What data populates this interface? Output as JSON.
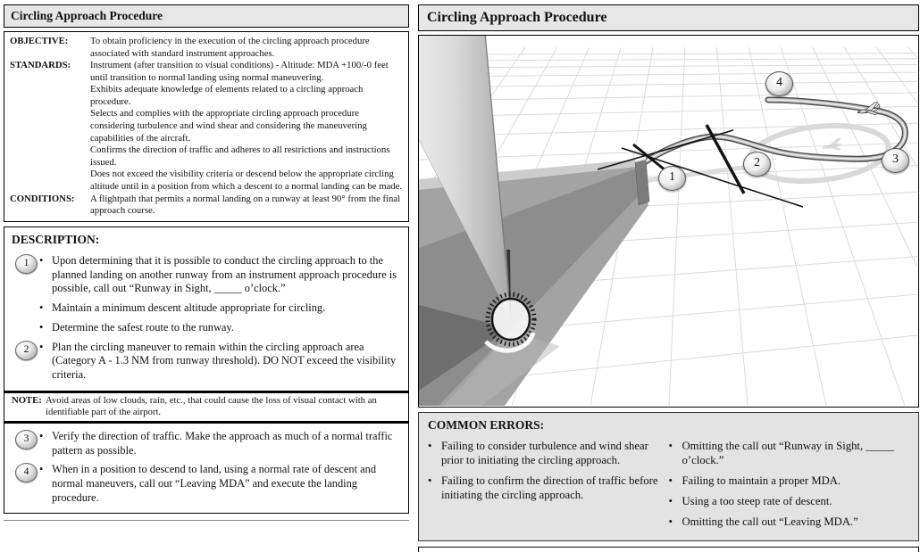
{
  "glyphs": {
    "bullet": "•"
  },
  "colors": {
    "header_bg": "#e7e7e7",
    "panel_bg": "#e3e3e3",
    "box_border": "#000000",
    "grid_line": "#d8d8dc",
    "ribbon_fill": "#bcbcbc",
    "ribbon_outline": "#4a4a4a"
  },
  "left": {
    "header": {
      "title": "Circling Approach Procedure"
    },
    "spec": {
      "rows": [
        {
          "label": "OBJECTIVE:",
          "paragraphs": [
            "To obtain proficiency in the execution of the circling approach procedure associated with standard instrument approaches."
          ]
        },
        {
          "label": "STANDARDS:",
          "paragraphs": [
            "Instrument (after transition to visual conditions) - Altitude:  MDA +100/-0 feet until transition to normal landing using normal maneuvering.",
            "Exhibits adequate knowledge of elements related to a circling approach procedure.",
            "Selects and complies with the appropriate circling approach procedure considering turbulence and wind shear and considering the maneuvering capabilities of the aircraft.",
            "Confirms the direction of traffic and adheres to all restrictions and instructions issued.",
            "Does not exceed the visibility criteria or descend below the appropriate circling altitude until in a position from which a descent to a normal landing can be made."
          ]
        },
        {
          "label": "CONDITIONS:",
          "paragraphs": [
            "A flightpath that permits a normal landing on a runway at least 90° from the final approach course."
          ]
        }
      ]
    },
    "description": {
      "heading": "DESCRIPTION:",
      "items_before_note": [
        {
          "num": "1",
          "text": "Upon determining that it is possible to conduct the circling approach to the planned landing on another runway from an instrument approach procedure is possible, call out “Runway in Sight, _____ o’clock.”"
        },
        {
          "num": "",
          "text": "Maintain a minimum descent altitude appropriate for circling."
        },
        {
          "num": "",
          "text": "Determine the safest route to the runway."
        },
        {
          "num": "2",
          "text": "Plan the circling maneuver to remain within the circling approach area (Category A - 1.3 NM from runway threshold).  DO NOT exceed the visibility criteria."
        }
      ],
      "note": {
        "label": "NOTE:",
        "text": "Avoid areas of low clouds, rain, etc., that could cause the loss of visual contact with an identifiable part of the airport."
      },
      "items_after_note": [
        {
          "num": "3",
          "text": "Verify the direction of traffic.  Make the approach as much of a normal traffic pattern as possible."
        },
        {
          "num": "4",
          "text": "When in a position to descend to land, using a normal rate of descent and normal maneuvers, call out “Leaving MDA” and execute the landing procedure."
        }
      ]
    }
  },
  "right": {
    "header": {
      "title": "Circling Approach Procedure"
    },
    "diagram": {
      "markers": [
        {
          "label": "1"
        },
        {
          "label": "2"
        },
        {
          "label": "3"
        },
        {
          "label": "4"
        }
      ]
    },
    "common_errors": {
      "heading": "COMMON ERRORS:",
      "left_items": [
        "Failing to consider turbulence and wind shear prior to initiating the circling approach.",
        "Failing to confirm the direction of traffic before initiating the circling approach."
      ],
      "right_items": [
        "Omitting the call out “Runway in Sight, _____ o’clock.”",
        "Failing to maintain a proper MDA.",
        "Using a too steep rate of descent.",
        "Omitting the call out “Leaving MDA.”"
      ]
    }
  }
}
